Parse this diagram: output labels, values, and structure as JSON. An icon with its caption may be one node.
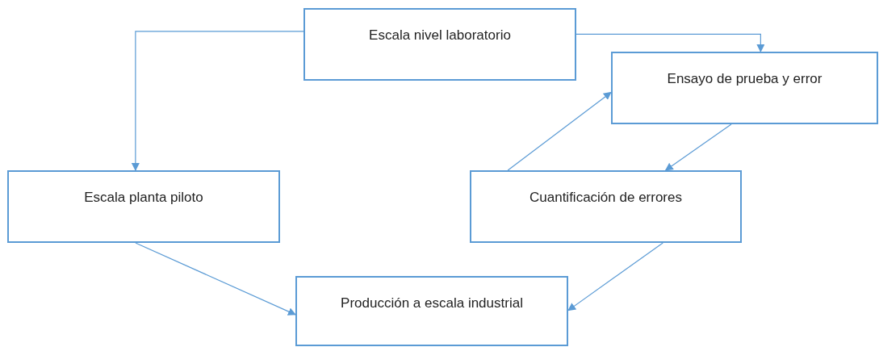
{
  "diagram": {
    "nodes": [
      {
        "text": [
          "Escala nivel laboratorio"
        ]
      },
      {
        "text": [
          "Ensayo de prueba y error"
        ]
      },
      {
        "text": [
          "Escala planta piloto"
        ]
      },
      {
        "text": [
          "Cuantificación de errores"
        ]
      },
      {
        "text": [
          "Producción a escala industrial"
        ]
      }
    ],
    "edges": [
      {
        "from": 0,
        "to": 2,
        "arrow": "to"
      },
      {
        "from": 0,
        "to": 1,
        "arrow": "to"
      },
      {
        "from": 3,
        "to": 1,
        "arrow": "to"
      },
      {
        "from": 1,
        "to": 3,
        "arrow": "to"
      },
      {
        "from": 2,
        "to": 4,
        "arrow": "to"
      },
      {
        "from": 3,
        "to": 4,
        "arrow": "to"
      }
    ]
  }
}
